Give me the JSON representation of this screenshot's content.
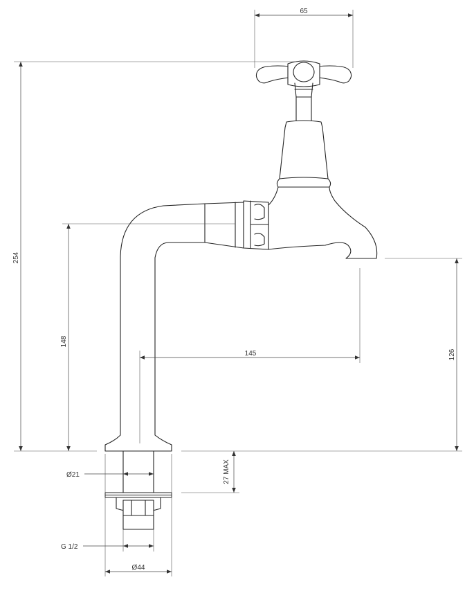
{
  "drawing": {
    "dimensions": {
      "handle_width": "65",
      "total_height": "254",
      "spout_height": "148",
      "outlet_height": "126",
      "projection": "145",
      "thread_length": "27 MAX",
      "hole_diameter": "Ø21",
      "thread_size": "G 1/2",
      "base_diameter": "Ø44"
    },
    "colors": {
      "line": "#222222",
      "dimension": "#444444",
      "background": "#ffffff"
    }
  }
}
